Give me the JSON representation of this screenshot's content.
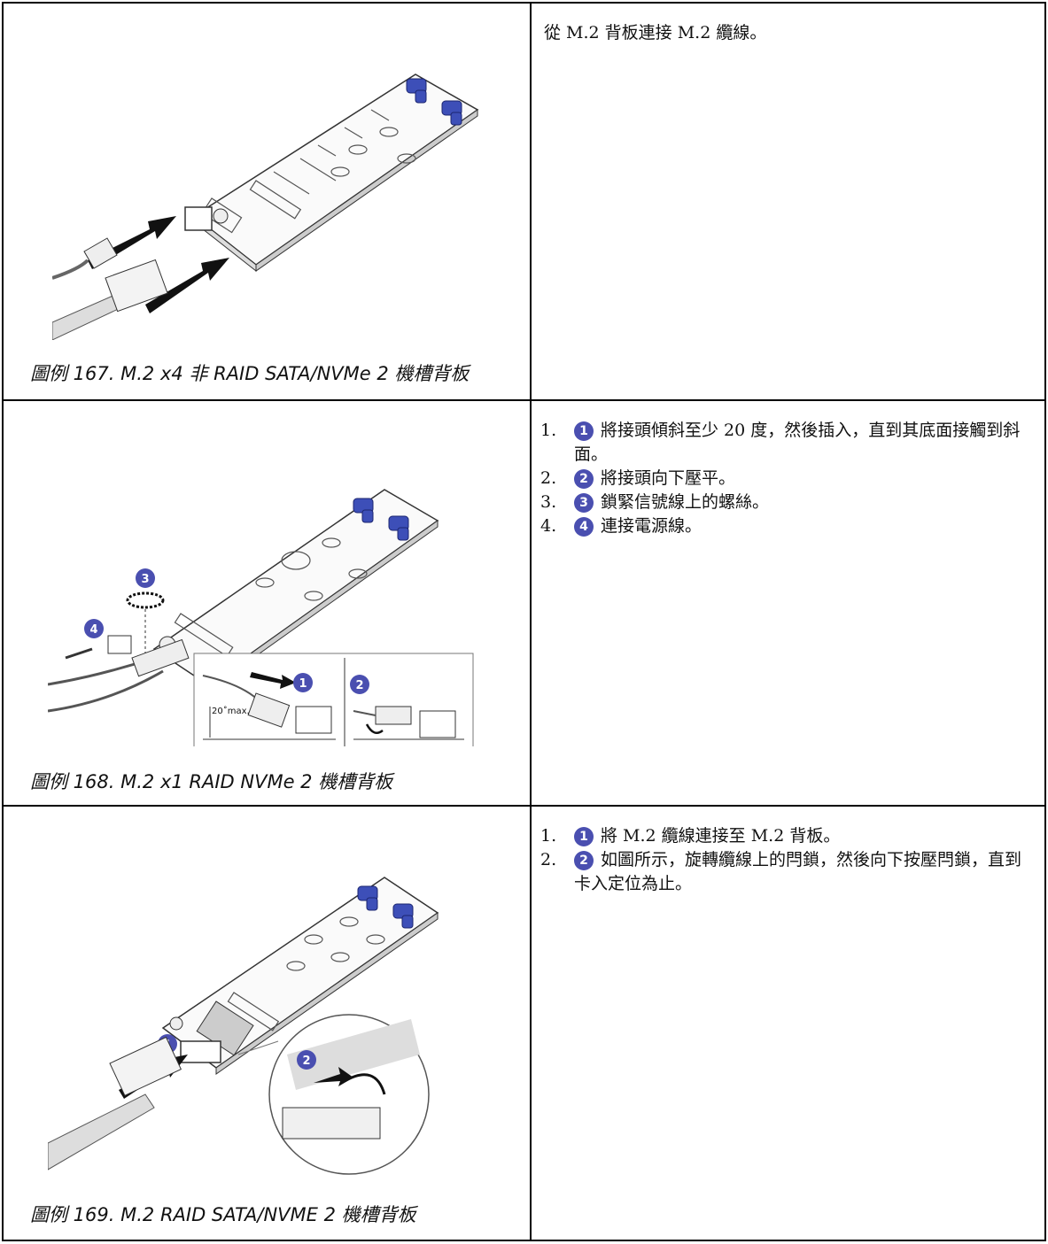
{
  "rows": [
    {
      "caption": "圖例 167. M.2 x4 非 RAID SATA/NVMe 2 機槽背板",
      "text": "從 M.2 背板連接 M.2 纜線。"
    },
    {
      "caption": "圖例 168. M.2 x1 RAID NVMe 2 機槽背板",
      "callouts": [
        "1",
        "2",
        "3",
        "4"
      ],
      "angle_label": "20˚max.",
      "steps": [
        {
          "num": "1.",
          "badge": "1",
          "text": "將接頭傾斜至少 20 度，然後插入，直到其底面接觸到斜面。"
        },
        {
          "num": "2.",
          "badge": "2",
          "text": "將接頭向下壓平。"
        },
        {
          "num": "3.",
          "badge": "3",
          "text": "鎖緊信號線上的螺絲。"
        },
        {
          "num": "4.",
          "badge": "4",
          "text": "連接電源線。"
        }
      ]
    },
    {
      "caption": "圖例 169. M.2 RAID SATA/NVME 2 機槽背板",
      "callouts": [
        "1",
        "2"
      ],
      "steps": [
        {
          "num": "1.",
          "badge": "1",
          "text": "將 M.2 纜線連接至 M.2 背板。"
        },
        {
          "num": "2.",
          "badge": "2",
          "text": "如圖所示，旋轉纜線上的閂鎖，然後向下按壓閂鎖，直到卡入定位為止。"
        }
      ]
    }
  ],
  "colors": {
    "callout": "#4a4fb0",
    "retainer": "#3d4fb8",
    "border": "#000000"
  }
}
